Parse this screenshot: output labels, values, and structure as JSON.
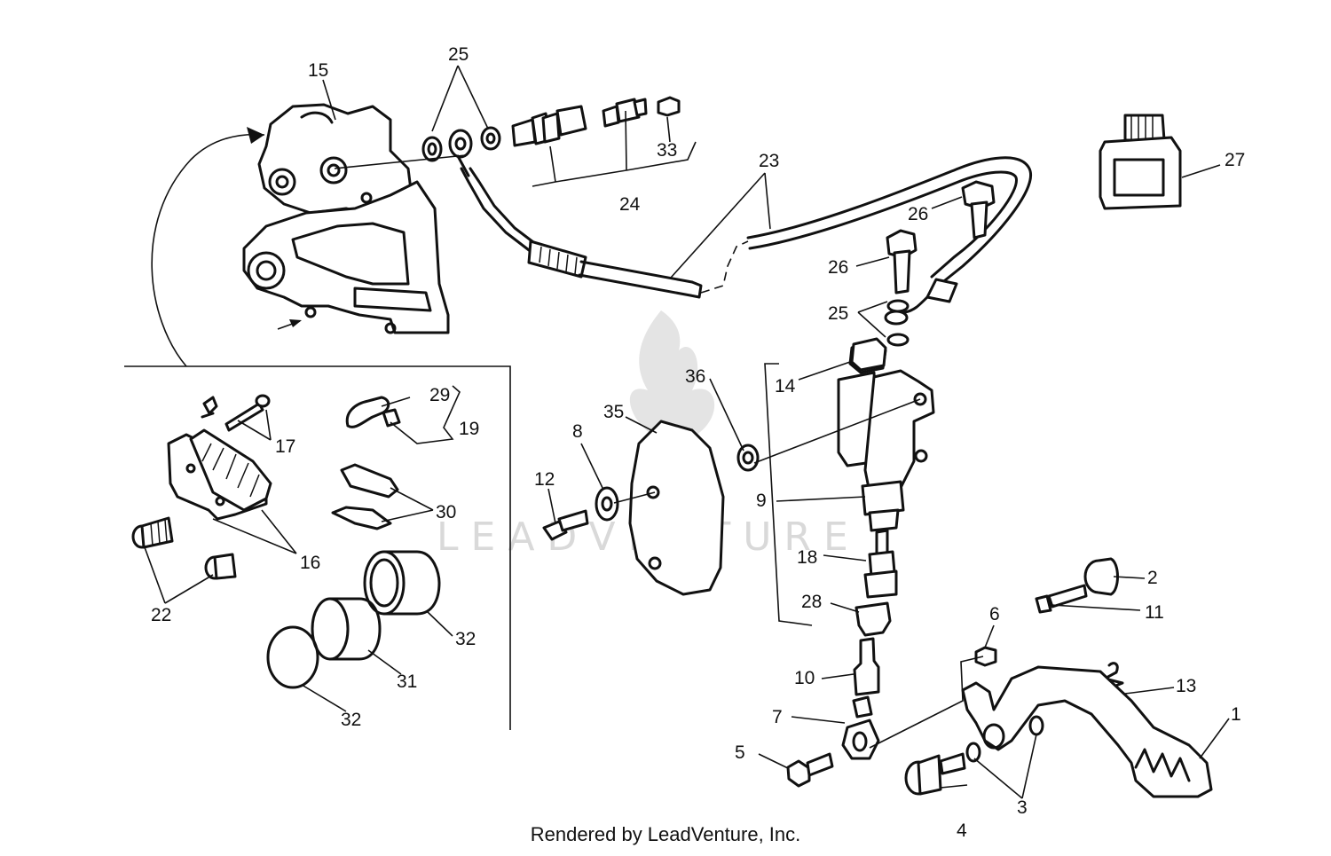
{
  "watermark": {
    "text": "LEADVENTURE"
  },
  "footer": {
    "text": "Rendered by LeadVenture, Inc."
  },
  "callouts": {
    "c1": "1",
    "c2": "2",
    "c3": "3",
    "c4": "4",
    "c5": "5",
    "c6": "6",
    "c7": "7",
    "c8": "8",
    "c9": "9",
    "c10": "10",
    "c11": "11",
    "c12": "12",
    "c13": "13",
    "c14": "14",
    "c15": "15",
    "c16": "16",
    "c17": "17",
    "c18": "18",
    "c19": "19",
    "c22": "22",
    "c23": "23",
    "c24": "24",
    "c25a": "25",
    "c25b": "25",
    "c26a": "26",
    "c26b": "26",
    "c27": "27",
    "c28": "28",
    "c29": "29",
    "c30": "30",
    "c31": "31",
    "c32a": "32",
    "c32b": "32",
    "c33": "33",
    "c35": "35",
    "c36": "36"
  }
}
